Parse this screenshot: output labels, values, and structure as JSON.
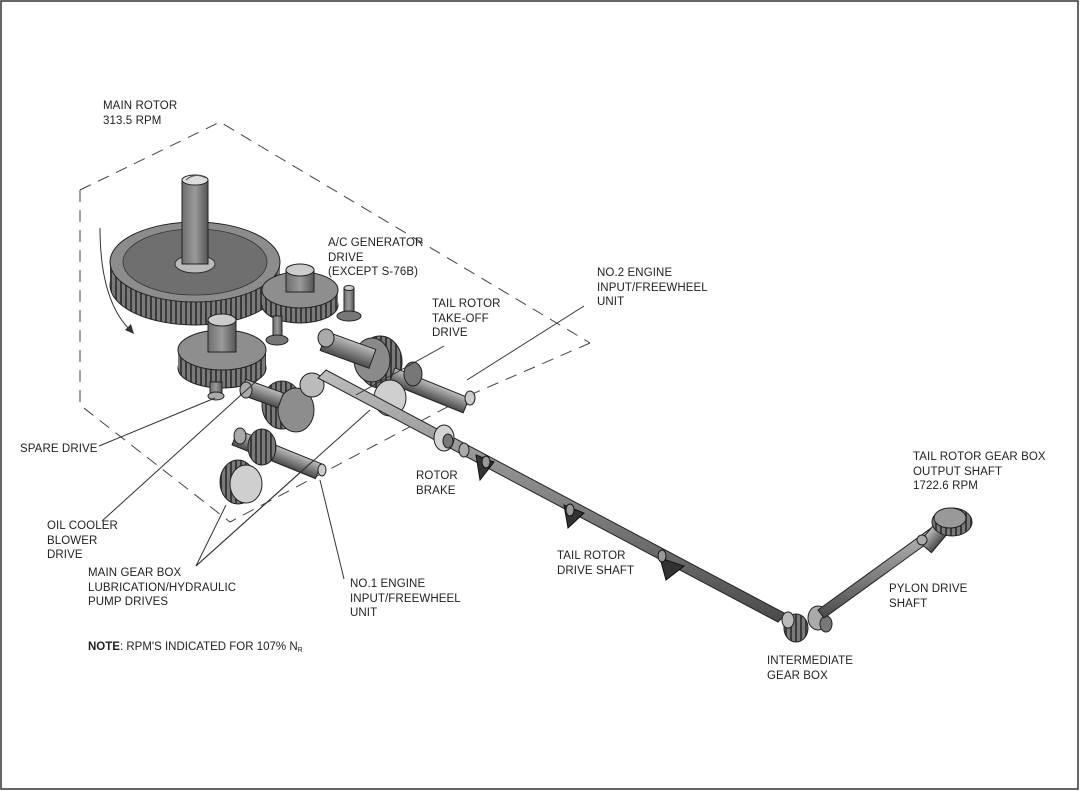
{
  "labels": {
    "main_rotor": [
      "MAIN ROTOR",
      "313.5 RPM"
    ],
    "ac_generator": [
      "A/C GENERATOR",
      "DRIVE",
      "(EXCEPT S-76B)"
    ],
    "no2_engine": [
      "NO.2 ENGINE",
      "INPUT/FREEWHEEL",
      "UNIT"
    ],
    "tail_rotor_takeoff": [
      "TAIL ROTOR",
      "TAKE-OFF",
      "DRIVE"
    ],
    "spare_drive": [
      "SPARE DRIVE"
    ],
    "rotor_brake": [
      "ROTOR",
      "BRAKE"
    ],
    "oil_cooler": [
      "OIL COOLER",
      "BLOWER",
      "DRIVE"
    ],
    "main_gear_box": [
      "MAIN GEAR BOX",
      "LUBRICATION/HYDRAULIC",
      "PUMP DRIVES"
    ],
    "no1_engine": [
      "NO.1 ENGINE",
      "INPUT/FREEWHEEL",
      "UNIT"
    ],
    "tail_rotor_drive_shaft": [
      "TAIL ROTOR",
      "DRIVE SHAFT"
    ],
    "tail_rotor_gear_box": [
      "TAIL ROTOR GEAR BOX",
      "OUTPUT SHAFT",
      "1722.6 RPM"
    ],
    "pylon_drive_shaft": [
      "PYLON DRIVE",
      "SHAFT"
    ],
    "intermediate_gear_box": [
      "INTERMEDIATE",
      "GEAR BOX"
    ]
  },
  "note": {
    "prefix": "NOTE",
    "text": ": RPM'S INDICATED FOR 107% N",
    "subscript": "R"
  }
}
